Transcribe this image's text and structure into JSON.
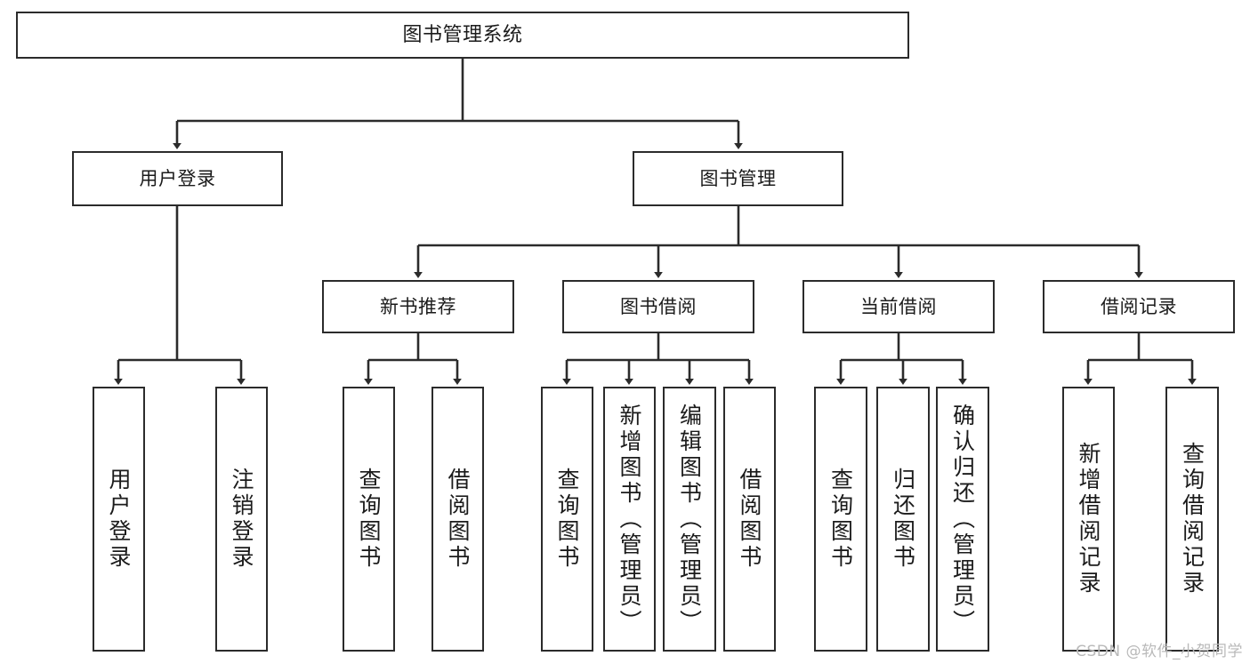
{
  "diagram": {
    "type": "tree-hierarchy-chart",
    "title": "图书管理系统",
    "orientation": "top-down",
    "style": {
      "box_fill": "#ffffff",
      "box_stroke": "#2b2b2b",
      "edge_stroke": "#2b2b2b",
      "text_color": "#1b1b1b",
      "background": "#ffffff"
    }
  },
  "root": {
    "label": "图书管理系统"
  },
  "level2": [
    {
      "label": "用户登录"
    },
    {
      "label": "图书管理"
    }
  ],
  "level3": [
    {
      "label": "新书推荐"
    },
    {
      "label": "图书借阅"
    },
    {
      "label": "当前借阅"
    },
    {
      "label": "借阅记录"
    }
  ],
  "leaves": {
    "user_login": [
      {
        "label": "用户登录"
      },
      {
        "label": "注销登录"
      }
    ],
    "new_book_recommend": [
      {
        "label": "查询图书"
      },
      {
        "label": "借阅图书"
      }
    ],
    "book_borrow": [
      {
        "label": "查询图书"
      },
      {
        "label": "新增图书（管理员）"
      },
      {
        "label": "编辑图书（管理员）"
      },
      {
        "label": "借阅图书"
      }
    ],
    "current_borrow": [
      {
        "label": "查询图书"
      },
      {
        "label": "归还图书"
      },
      {
        "label": "确认归还（管理员）"
      }
    ],
    "borrow_record": [
      {
        "label": "新增借阅记录"
      },
      {
        "label": "查询借阅记录"
      }
    ]
  },
  "watermark": {
    "text": "CSDN @软件_小贺同学"
  }
}
